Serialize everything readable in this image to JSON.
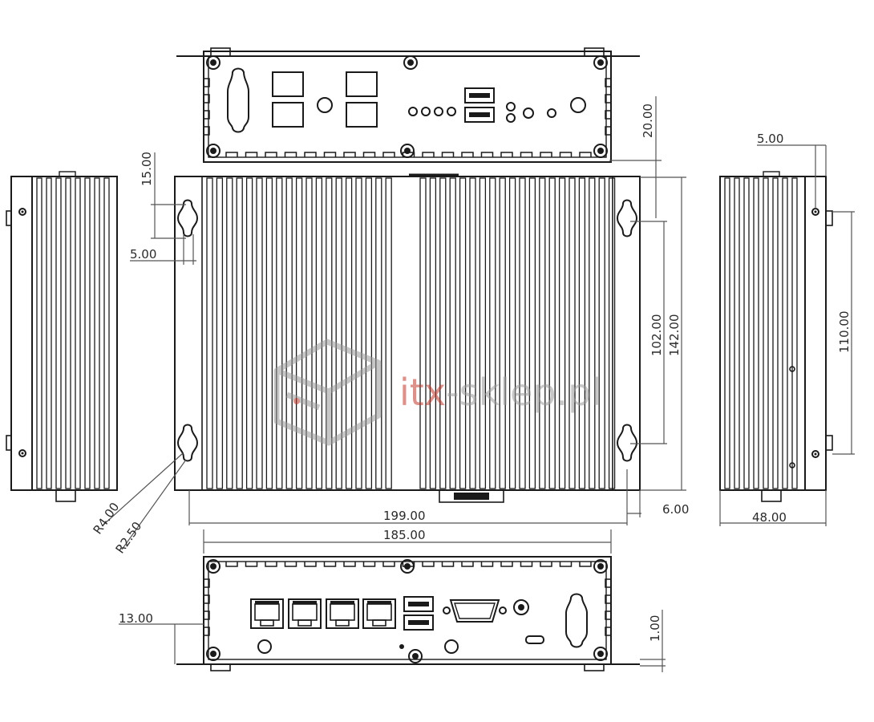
{
  "dimensions": {
    "top_view_height": "20.00",
    "slot_height": "15.00",
    "slot_width": "5.00",
    "right_offset": "5.00",
    "hole_spacing_vertical": "102.00",
    "overall_height": "142.00",
    "side_hole_spacing": "110.00",
    "radius_outer": "R4.00",
    "radius_inner": "R2.50",
    "overall_width": "199.00",
    "flange_offset": "6.00",
    "depth": "48.00",
    "inner_width": "185.00",
    "bottom_offset": "13.00",
    "plate_thickness": "1.00"
  },
  "watermark": {
    "brand_part1": "itx",
    "brand_part2": "-sklep.pl",
    "colors": {
      "accent": "#c0392b",
      "gray": "#9a9a9a"
    }
  },
  "colors": {
    "line": "#1a1a1a",
    "dim_line": "#555555"
  }
}
